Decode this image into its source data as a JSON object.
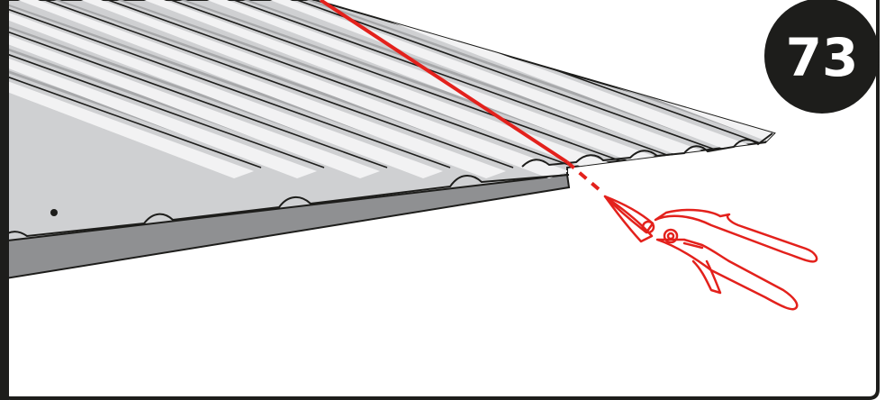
{
  "step": {
    "number": "73"
  },
  "colors": {
    "frame": "#1d1d1b",
    "sheet_face": "#cfd0d2",
    "sheet_highlight": "#f2f2f3",
    "sheet_shadow": "#a7a8aa",
    "sheet_edge": "#8f9092",
    "cut_line": "#e3211c",
    "tool_outline": "#e3211c",
    "badge": "#1d1d1b"
  },
  "icons": {
    "roof_panel": "corrugated-metal-roof-panel",
    "cut_line": "red-cut-line",
    "tool": "aviation-snips-icon"
  }
}
